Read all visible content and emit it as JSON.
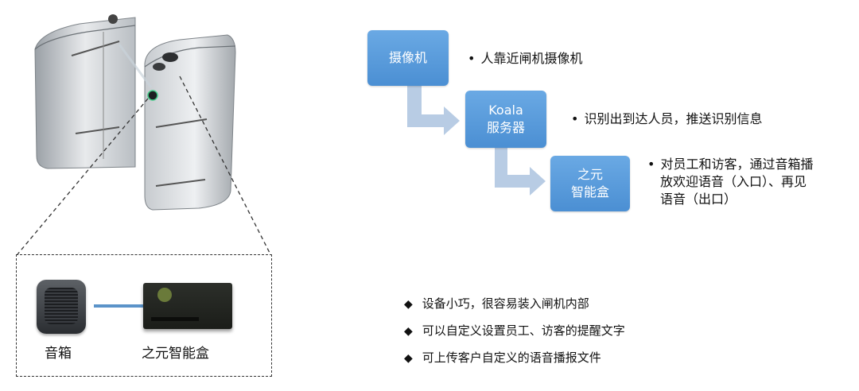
{
  "flow": [
    {
      "box_lines": [
        "摄像机"
      ],
      "bullet_lines": [
        "人靠近闸机摄像机"
      ]
    },
    {
      "box_lines": [
        "Koala",
        "服务器"
      ],
      "bullet_lines": [
        "识别出到达人员，推送识别信息"
      ]
    },
    {
      "box_lines": [
        "之元",
        "智能盒"
      ],
      "bullet_lines": [
        "对员工和访客，通过音箱播",
        "放欢迎语音（入口）、再见",
        "语音（出口）"
      ]
    }
  ],
  "devices": {
    "speaker_label": "音箱",
    "box_label": "之元智能盒"
  },
  "features": {
    "marker": "◆",
    "items": [
      "设备小巧，很容易装入闸机内部",
      "可以自定义设置员工、访客的提醒文字",
      "可上传客户自定义的语音播报文件"
    ]
  },
  "colors": {
    "box": "#5b9bd5",
    "arrow": "#b8cce4",
    "link": "#5b93c9"
  }
}
